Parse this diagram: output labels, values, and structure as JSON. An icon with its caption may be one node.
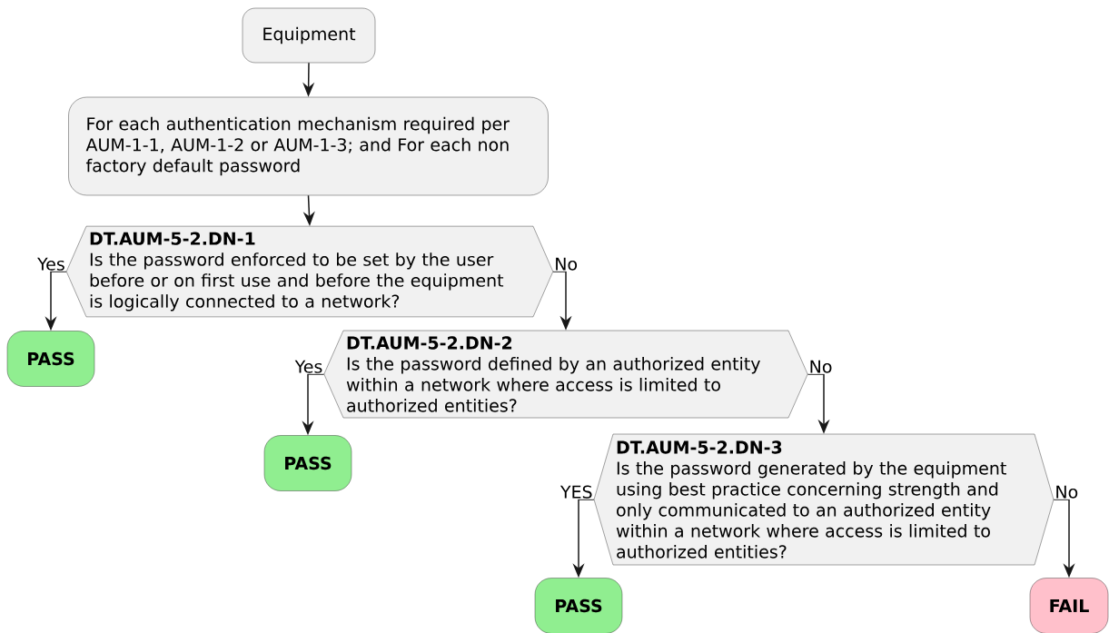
{
  "diagram": {
    "nodes": [
      {
        "text": [
          "Equipment"
        ]
      },
      {
        "text": [
          "For each authentication mechanism required per AUM-1-1, AUM-1-2 or AUM-1-3; and For each non factory default password"
        ]
      },
      {
        "text": [
          "DT.AUM-5-2.DN-1",
          "Is the password enforced to be set by the user before or on first use and before the equipment is logically connected to a network?"
        ]
      },
      {
        "text": [
          "PASS"
        ]
      },
      {
        "text": [
          "DT.AUM-5-2.DN-2",
          "Is the password defined by an authorized entity within a network where access is limited to authorized entities?"
        ]
      },
      {
        "text": [
          "PASS"
        ]
      },
      {
        "text": [
          "DT.AUM-5-2.DN-3",
          "Is the password generated by the equipment using best practice concerning strength and only communicated to an authorized entity within a network where access is limited to authorized entities?"
        ]
      },
      {
        "text": [
          "PASS"
        ]
      },
      {
        "text": [
          "FAIL"
        ]
      }
    ],
    "edges": [
      {
        "from": 0,
        "to": 1,
        "arrow": "to"
      },
      {
        "from": 1,
        "to": 2,
        "arrow": "to"
      },
      {
        "from": 2,
        "to": 3,
        "arrow": "to",
        "label": "Yes"
      },
      {
        "from": 2,
        "to": 4,
        "arrow": "to",
        "label": "No"
      },
      {
        "from": 4,
        "to": 5,
        "arrow": "to",
        "label": "Yes"
      },
      {
        "from": 4,
        "to": 6,
        "arrow": "to",
        "label": "No"
      },
      {
        "from": 6,
        "to": 7,
        "arrow": "to",
        "label": "YES"
      },
      {
        "from": 6,
        "to": 8,
        "arrow": "to",
        "label": "No"
      }
    ]
  }
}
